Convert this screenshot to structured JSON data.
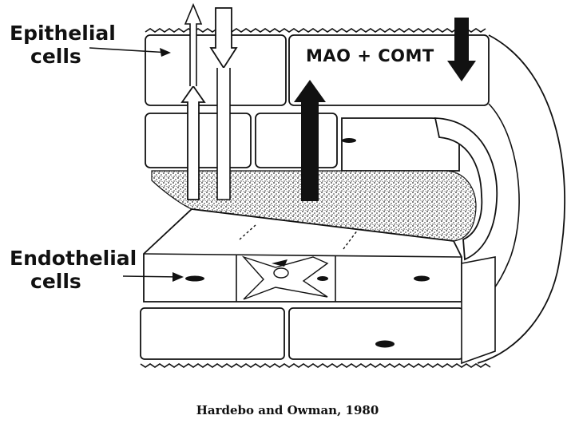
{
  "labels": {
    "epithelial_line1": "Epithelial",
    "epithelial_line2": "cells",
    "endothelial_line1": "Endothelial",
    "endothelial_line2": "cells",
    "enzymes": "MAO + COMT",
    "citation": "Hardebo and Owman, 1980"
  },
  "colors": {
    "ink": "#111111",
    "paper": "#ffffff",
    "stipple": "#2a2a2a"
  },
  "icons": {
    "transport_arrows": "hollow-up-down-arrows",
    "uptake_arrow": "solid-up-arrow",
    "metabolism_arrow": "solid-down-arrow"
  }
}
